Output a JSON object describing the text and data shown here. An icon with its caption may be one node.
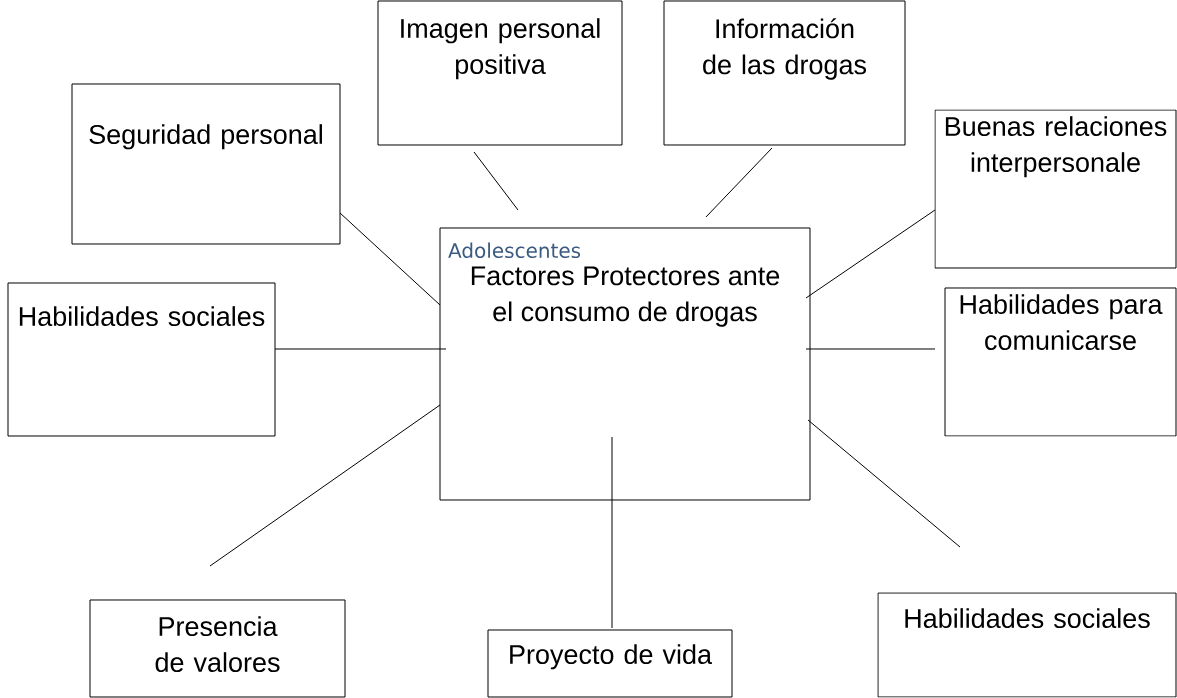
{
  "diagram": {
    "nodes": [
      {
        "text": [
          "Adolescentes",
          "Factores Protectores ante el consumo de drogas"
        ]
      },
      {
        "text": [
          "Seguridad personal"
        ]
      },
      {
        "text": [
          "Imagen personal positiva"
        ]
      },
      {
        "text": [
          "Información de las drogas"
        ]
      },
      {
        "text": [
          "Buenas relaciones interpersonale"
        ]
      },
      {
        "text": [
          "Habilidades sociales"
        ]
      },
      {
        "text": [
          "Habilidades para comunicarse"
        ]
      },
      {
        "text": [
          "Presencia de valores"
        ]
      },
      {
        "text": [
          "Proyecto de vida"
        ]
      },
      {
        "text": [
          "Habilidades sociales"
        ]
      }
    ],
    "edges": [
      {
        "from": 0,
        "to": 1,
        "arrow": "none"
      },
      {
        "from": 0,
        "to": 2,
        "arrow": "none"
      },
      {
        "from": 0,
        "to": 3,
        "arrow": "none"
      },
      {
        "from": 0,
        "to": 4,
        "arrow": "none"
      },
      {
        "from": 0,
        "to": 5,
        "arrow": "none"
      },
      {
        "from": 0,
        "to": 6,
        "arrow": "none"
      },
      {
        "from": 0,
        "to": 7,
        "arrow": "none"
      },
      {
        "from": 0,
        "to": 8,
        "arrow": "none"
      },
      {
        "from": 0,
        "to": 9,
        "arrow": "none"
      }
    ]
  }
}
